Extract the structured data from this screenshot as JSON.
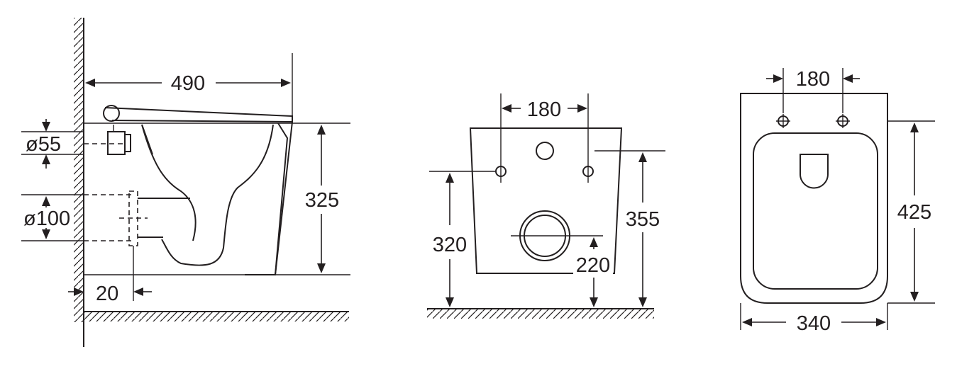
{
  "side_view": {
    "depth": "490",
    "outlet_diameter": "ø55",
    "drain_diameter": "ø100",
    "wall_gap": "20",
    "height": "325"
  },
  "back_view": {
    "bolt_spacing": "180",
    "bolt_height": "320",
    "top_height": "355",
    "drain_height": "220"
  },
  "top_view": {
    "bolt_spacing": "180",
    "length": "425",
    "width": "340"
  }
}
